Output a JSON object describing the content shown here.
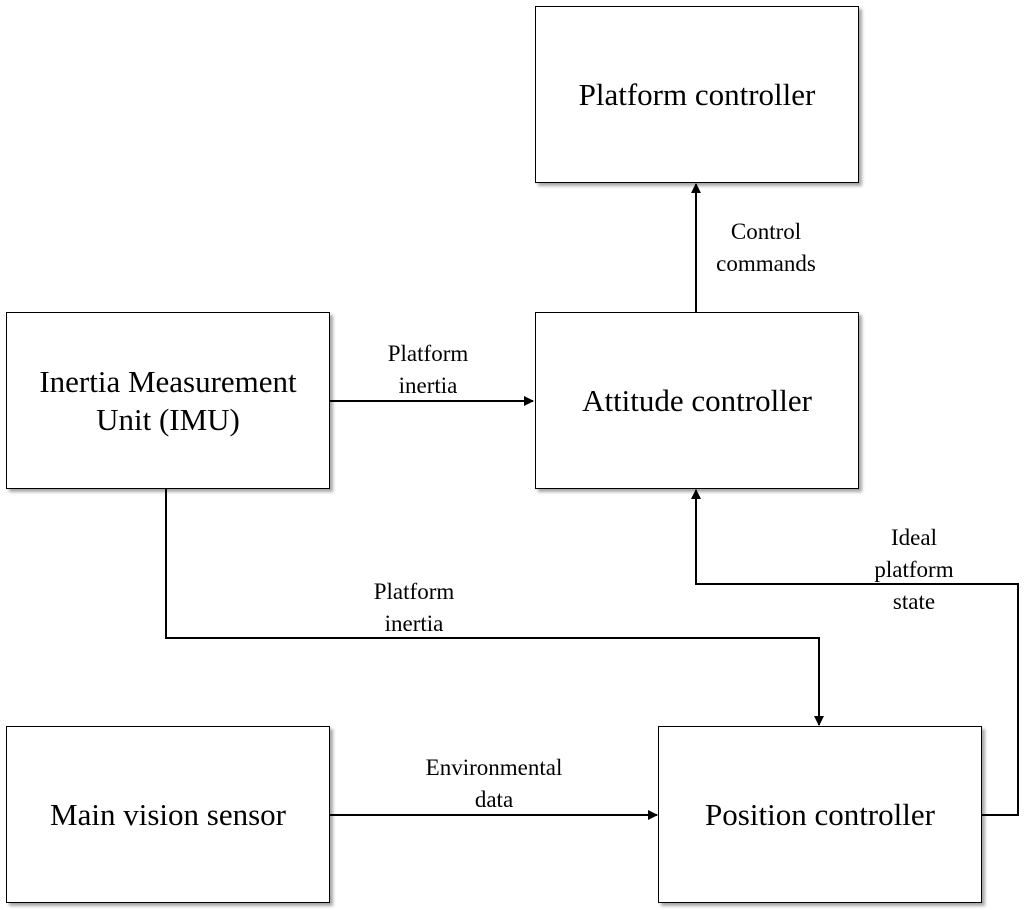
{
  "nodes": {
    "platform_controller": "Platform controller",
    "attitude_controller": "Attitude controller",
    "imu": "Inertia Measurement\nUnit (IMU)",
    "position_controller": "Position controller",
    "main_vision_sensor": "Main vision sensor"
  },
  "edges": {
    "control_commands": "Control\ncommands",
    "platform_inertia_top": "Platform\ninertia",
    "platform_inertia_bottom": "Platform\ninertia",
    "ideal_platform_state": "Ideal platform\nstate",
    "environmental_data": "Environmental\ndata"
  },
  "colors": {
    "line": "#000000",
    "box_fill": "#ffffff"
  }
}
